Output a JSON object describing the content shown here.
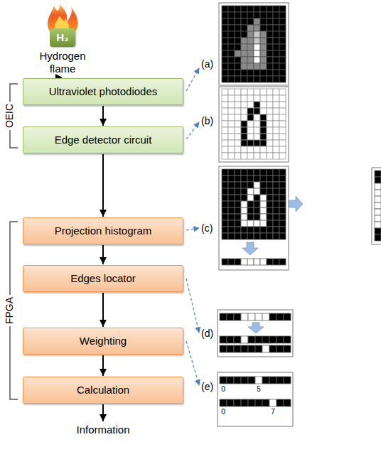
{
  "diagram": {
    "nodes": [
      {
        "text": [
          "H₂",
          "Hydrogen flame"
        ]
      },
      {
        "text": [
          "Ultraviolet photodiodes"
        ]
      },
      {
        "text": [
          "Edge detector circuit"
        ]
      },
      {
        "text": [
          "Projection histogram"
        ]
      },
      {
        "text": [
          "Edges locator"
        ]
      },
      {
        "text": [
          "Weighting"
        ]
      },
      {
        "text": [
          "Calculation"
        ]
      },
      {
        "text": [
          "Information"
        ]
      }
    ],
    "edges": [
      {
        "from": 0,
        "to": 1,
        "arrow": "to"
      },
      {
        "from": 1,
        "to": 2,
        "arrow": "to"
      },
      {
        "from": 2,
        "to": 3,
        "arrow": "to"
      },
      {
        "from": 3,
        "to": 4,
        "arrow": "to"
      },
      {
        "from": 4,
        "to": 5,
        "arrow": "to"
      },
      {
        "from": 5,
        "to": 6,
        "arrow": "to"
      },
      {
        "from": 6,
        "to": 7,
        "arrow": "to"
      }
    ],
    "labels": [
      "OEIC",
      "FPGA",
      "(a)",
      "(b)",
      "(c)",
      "(d)",
      "(e)",
      "0",
      "5",
      "0",
      "7"
    ]
  }
}
